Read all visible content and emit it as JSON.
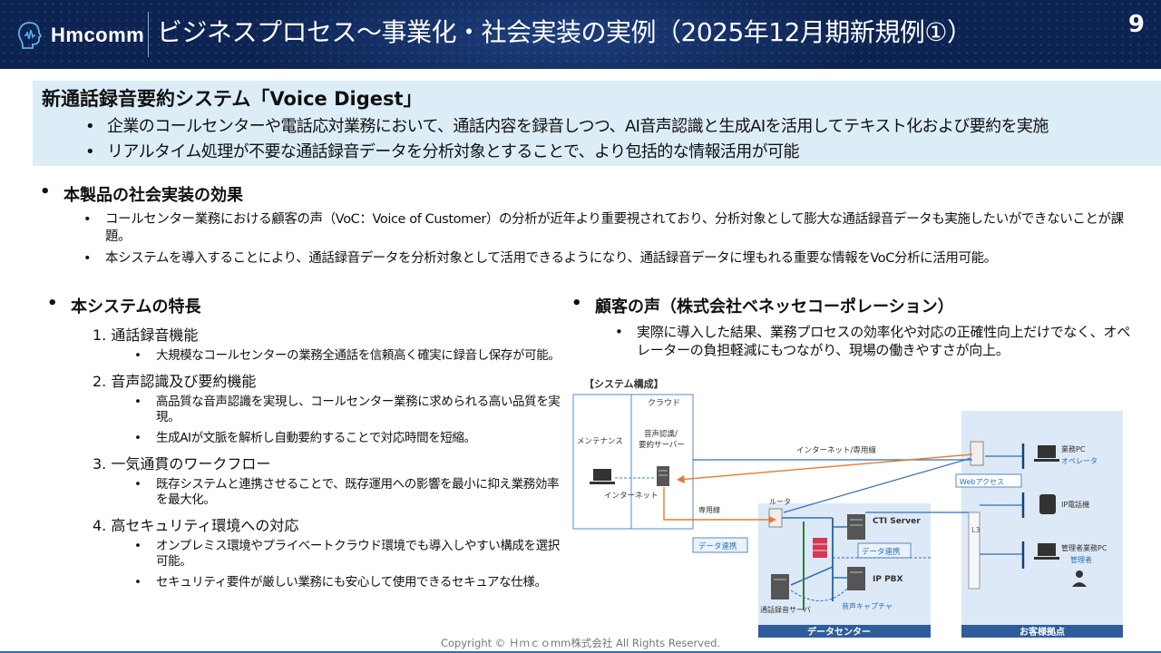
{
  "header": {
    "logo_text": "Hmcomm",
    "title": "ビジネスプロセス～事業化・社会実装の実例（2025年12月期新規例①）",
    "page_number": "9"
  },
  "intro": {
    "title": "新通話録音要約システム「Voice Digest」",
    "bullets": [
      "企業のコールセンターや電話応対業務において、通話内容を録音しつつ、AI音声認識と生成AIを活用してテキスト化および要約を実施",
      "リアルタイム処理が不要な通話録音データを分析対象とすることで、より包括的な情報活用が可能"
    ]
  },
  "effects": {
    "title": "本製品の社会実装の効果",
    "bullets": [
      "コールセンター業務における顧客の声（VoC：Voice of Customer）の分析が近年より重要視されており、分析対象として膨大な通話録音データも実施したいができないことが課題。",
      "本システムを導入することにより、通話録音データを分析対象として活用できるようになり、通話録音データに埋もれる重要な情報をVoC分析に活用可能。"
    ]
  },
  "features": {
    "title": "本システムの特長",
    "items": [
      {
        "heading": "1. 通話録音機能",
        "bullets": [
          "大規模なコールセンターの業務全通話を信頼高く確実に録音し保存が可能。"
        ]
      },
      {
        "heading": "2. 音声認識及び要約機能",
        "bullets": [
          "高品質な音声認識を実現し、コールセンター業務に求められる高い品質を実現。",
          "生成AIが文脈を解析し自動要約することで対応時間を短縮。"
        ]
      },
      {
        "heading": "3. 一気通貫のワークフロー",
        "bullets": [
          "既存システムと連携させることで、既存運用への影響を最小に抑え業務効率を最大化。"
        ]
      },
      {
        "heading": "4. 高セキュリティ環境への対応",
        "bullets": [
          "オンプレミス環境やプライベートクラウド環境でも導入しやすい構成を選択可能。",
          "セキュリティ要件が厳しい業務にも安心して使用できるセキュアな仕様。"
        ]
      }
    ]
  },
  "voice": {
    "title": "顧客の声（株式会社ベネッセコーポレーション）",
    "bullets": [
      "実際に導入した結果、業務プロセスの効率化や対応の正確性向上だけでなく、オペレーターの負担軽減にもつながり、現場の働きやすさが向上。"
    ]
  },
  "diagram": {
    "title": "【システム構成】",
    "cloud": "クラウド",
    "maintenance": "メンテナンス",
    "server": "音声認識/",
    "server2": "要約サーバー",
    "internet": "インターネット",
    "internet_line": "インターネット/専用線",
    "dedicated": "専用線",
    "router": "ルータ",
    "data_link": "データ連携",
    "cti": "CTI Server",
    "ippbx": "IP PBX",
    "recorder": "通話録音サーバ",
    "capture": "音声キャプチャ",
    "dc": "データセンター",
    "customer": "お客様拠点",
    "web": "Webアクセス",
    "l3": "L3",
    "pc1": "業務PC",
    "op": "オペレータ",
    "ipphone": "IP電話機",
    "pc2": "管理者業務PC",
    "admin": "管理者"
  },
  "colors": {
    "header_bg": "#0d2452",
    "intro_bg": "#dcedf8",
    "accent_orange": "#e87a2e",
    "accent_blue": "#2f6fb6"
  },
  "footer": "Copyright © Ｈｍｃｏmm株式会社 All Rights Reserved."
}
